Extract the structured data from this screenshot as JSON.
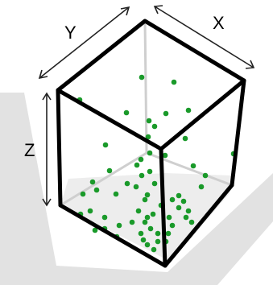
{
  "axes": {
    "x_label": "X",
    "y_label": "Y",
    "z_label": "Z"
  },
  "colors": {
    "particle": "#1a9a2a",
    "cube_edge": "#000000",
    "cube_back_edge": "#cfcfcf",
    "shadow": "#e2e2e2",
    "floor": "#eeeeee",
    "arrow": "#222222"
  },
  "particles": {
    "count": 62,
    "icon": "green-dot"
  }
}
